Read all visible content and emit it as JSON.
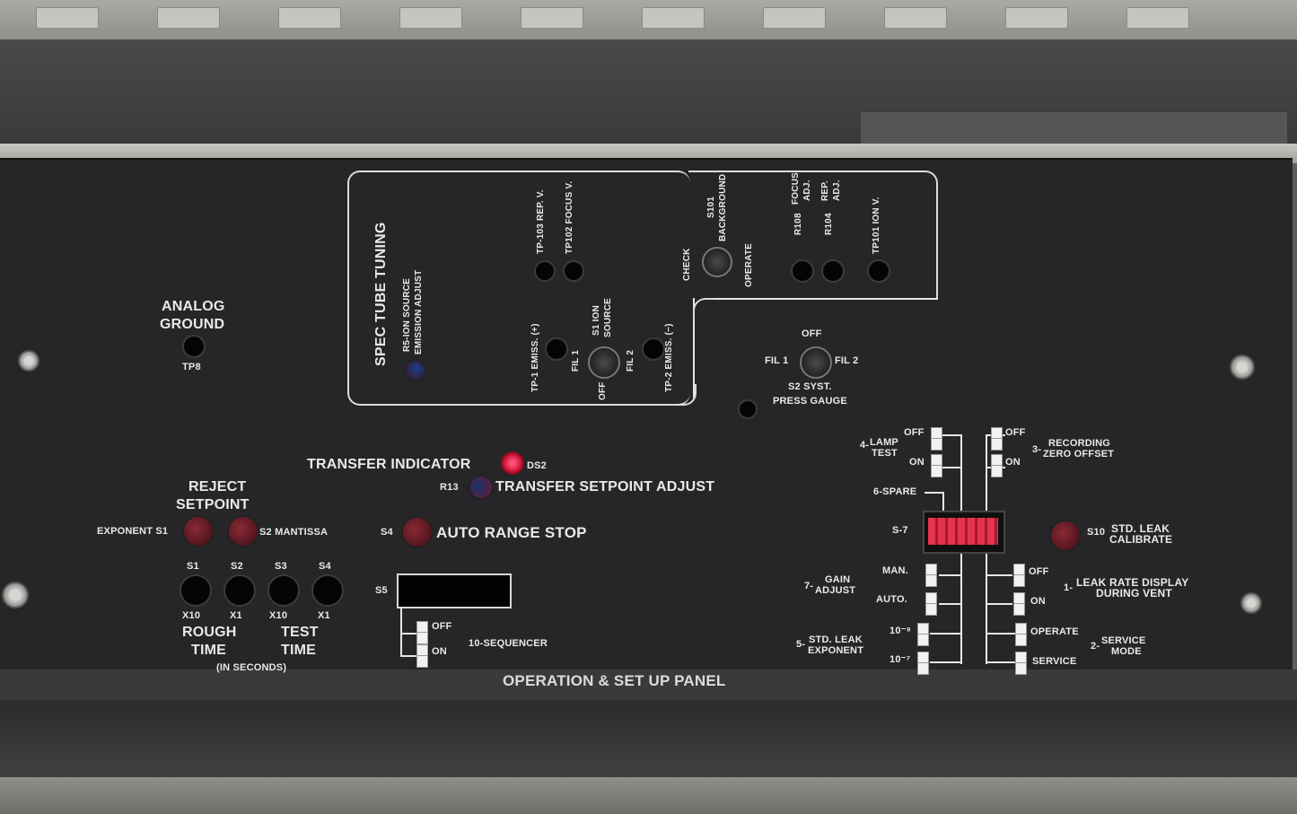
{
  "panel_title": "OPERATION & SET UP PANEL",
  "analog_ground": {
    "title_l1": "ANALOG",
    "title_l2": "GROUND",
    "tp": "TP8"
  },
  "spec_tube": {
    "title": "SPEC TUBE TUNING",
    "r5_l1": "R5-ION SOURCE",
    "r5_l2": "EMISSION ADJUST",
    "tp103": "TP-103 REP. V.",
    "tp102": "TP102 FOCUS V.",
    "s101_l1": "S101",
    "s101_l2": "BACKGROUND",
    "check": "CHECK",
    "operate": "OPERATE",
    "r108": "R108",
    "r108_l1": "FOCUS",
    "r108_l2": "ADJ.",
    "r104": "R104",
    "r104_l1": "REP.",
    "r104_l2": "ADJ.",
    "tp101": "TP101 ION V.",
    "tp1": "TP-1 EMISS. (+)",
    "fil1": "FIL 1",
    "s1_l1": "S1 ION",
    "s1_l2": "SOURCE",
    "off": "OFF",
    "fil2": "FIL 2",
    "tp2": "TP-2 EMISS. (−)"
  },
  "s2": {
    "off": "OFF",
    "fil1": "FIL 1",
    "fil2": "FIL 2",
    "l1": "S2 SYST.",
    "l2": "PRESS GAUGE"
  },
  "transfer": {
    "indicator": "TRANSFER INDICATOR",
    "ds2": "DS2",
    "r13": "R13",
    "setpoint": "TRANSFER SETPOINT ADJUST"
  },
  "reject": {
    "l1": "REJECT",
    "l2": "SETPOINT",
    "exponent": "EXPONENT S1",
    "mantissa": "S2 MANTISSA"
  },
  "s4": {
    "id": "S4",
    "label": "AUTO RANGE STOP"
  },
  "time": {
    "s1": "S1",
    "s2": "S2",
    "s3": "S3",
    "s4": "S4",
    "x10a": "X10",
    "x1a": "X1",
    "x10b": "X10",
    "x1b": "X1",
    "rough_l1": "ROUGH",
    "rough_l2": "TIME",
    "test_l1": "TEST",
    "test_l2": "TIME",
    "seconds": "(IN SECONDS)"
  },
  "s5": {
    "id": "S5",
    "off": "OFF",
    "on": "ON",
    "sequencer": "10-SEQUENCER"
  },
  "dip": {
    "lamp_n": "4-",
    "lamp_l1": "LAMP",
    "lamp_l2": "TEST",
    "lamp_off": "OFF",
    "lamp_on": "ON",
    "rec_n": "3-",
    "rec_l1": "RECORDING",
    "rec_l2": "ZERO OFFSET",
    "rec_off": "OFF",
    "rec_on": "ON",
    "spare": "6-SPARE",
    "s7": "S-7",
    "gain_n": "7-",
    "gain_l1": "GAIN",
    "gain_l2": "ADJUST",
    "man": "MAN.",
    "auto": "AUTO.",
    "std_n": "5-",
    "std_l1": "STD. LEAK",
    "std_l2": "EXPONENT",
    "e8": "10⁻⁸",
    "e7": "10⁻⁷",
    "leak_n": "1-",
    "leak_l1": "LEAK RATE DISPLAY",
    "leak_l2": "DURING VENT",
    "leak_off": "OFF",
    "leak_on": "ON",
    "svc_n": "2-",
    "svc_l1": "SERVICE",
    "svc_l2": "MODE",
    "operate": "OPERATE",
    "service": "SERVICE"
  },
  "s10": {
    "id": "S10",
    "l1": "STD. LEAK",
    "l2": "CALIBRATE"
  },
  "colors": {
    "panel": "#262628",
    "label": "#e9e9e9",
    "led": "#d9163b"
  }
}
